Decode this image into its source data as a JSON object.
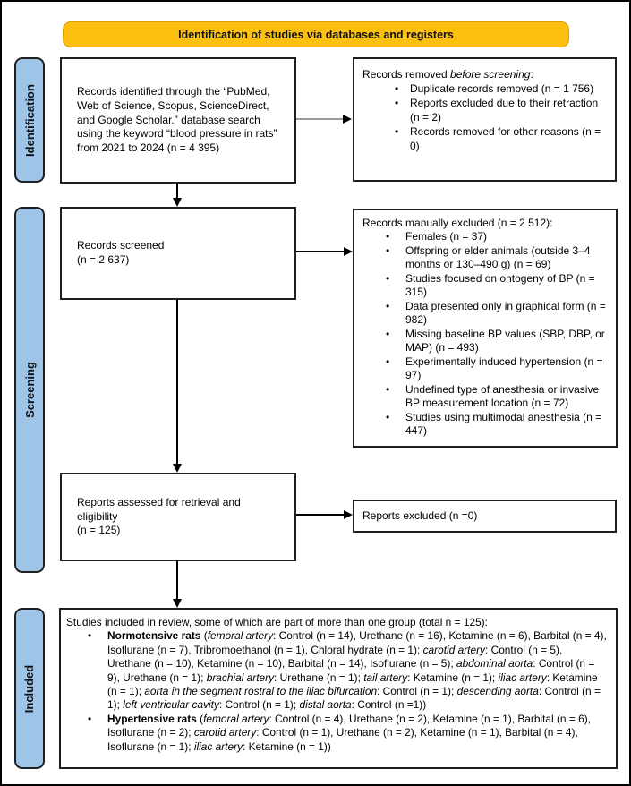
{
  "banner": {
    "title": "Identification of studies via databases and registers"
  },
  "colors": {
    "banner_bg": "#FDC010",
    "stage_bg": "#9EC5E8",
    "border": "#000000"
  },
  "stages": {
    "identification": "Identification",
    "screening": "Screening",
    "included": "Included"
  },
  "boxes": {
    "identified": {
      "text": "Records identified through the “PubMed, Web of Science, Scopus, ScienceDirect, and Google Scholar.” database search using the keyword “blood pressure in rats” from 2021 to 2024 (n = 4 395)"
    },
    "removed": {
      "title_segments": [
        {
          "t": "Records removed "
        },
        {
          "t": "before screening",
          "i": true
        },
        {
          "t": ":"
        }
      ],
      "bullets": [
        "Duplicate records removed (n = 1 756)",
        "Reports excluded due to their retraction (n = 2)",
        "Records removed for other reasons (n = 0)"
      ]
    },
    "screened": {
      "line1": "Records screened",
      "line2": "(n = 2 637)"
    },
    "excluded_manual": {
      "title": "Records manually excluded (n = 2 512):",
      "bullets": [
        "Females (n = 37)",
        "Offspring or elder animals (outside 3–4 months or 130–490 g) (n = 69)",
        "Studies focused on ontogeny of BP (n = 315)",
        "Data presented only in graphical form (n = 982)",
        "Missing baseline BP values (SBP, DBP, or MAP) (n = 493)",
        "Experimentally induced hypertension (n = 97)",
        "Undefined type of anesthesia or invasive BP measurement location (n = 72)",
        "Studies using multimodal anesthesia (n = 447)"
      ]
    },
    "assessed": {
      "line1": "Reports assessed for retrieval and",
      "line2": "eligibility",
      "line3": "(n = 125)"
    },
    "reports_excluded": {
      "text": "Reports excluded (n =0)"
    },
    "included": {
      "title": "Studies included in review, some of which are part of more than one group (total n = 125):",
      "bullets": [
        {
          "segments": [
            {
              "t": "Normotensive rats",
              "b": true
            },
            {
              "t": " ("
            },
            {
              "t": "femoral artery",
              "i": true
            },
            {
              "t": ": Control (n = 14), Urethane (n = 16), Ketamine (n = 6), Barbital (n = 4), Isoflurane (n = 7), Tribromoethanol (n = 1), Chloral hydrate (n = 1); "
            },
            {
              "t": "carotid artery",
              "i": true
            },
            {
              "t": ": Control (n = 5), Urethane (n = 10), Ketamine (n = 10), Barbital (n = 14), Isoflurane (n = 5); "
            },
            {
              "t": "abdominal aorta",
              "i": true
            },
            {
              "t": ": Control (n = 9), Urethane (n = 1); "
            },
            {
              "t": "brachial artery",
              "i": true
            },
            {
              "t": ": Urethane (n = 1); "
            },
            {
              "t": "tail artery",
              "i": true
            },
            {
              "t": ": Ketamine (n = 1); "
            },
            {
              "t": "iliac artery",
              "i": true
            },
            {
              "t": ": Ketamine (n = 1); "
            },
            {
              "t": "aorta in the segment rostral to the iliac bifurcation",
              "i": true
            },
            {
              "t": ": Control (n = 1); "
            },
            {
              "t": "descending aorta",
              "i": true
            },
            {
              "t": ": Control (n = 1); "
            },
            {
              "t": "left ventricular cavity",
              "i": true
            },
            {
              "t": ": Control (n = 1); "
            },
            {
              "t": "distal aorta",
              "i": true
            },
            {
              "t": ": Control (n =1))"
            }
          ]
        },
        {
          "segments": [
            {
              "t": "Hypertensive rats",
              "b": true
            },
            {
              "t": " ("
            },
            {
              "t": "femoral artery",
              "i": true
            },
            {
              "t": ": Control (n = 4), Urethane (n = 2), Ketamine (n = 1), Barbital (n = 6), Isoflurane (n = 2); "
            },
            {
              "t": "carotid artery",
              "i": true
            },
            {
              "t": ": Control (n = 1), Urethane (n = 2), Ketamine (n = 1), Barbital (n = 4), Isoflurane (n = 1); "
            },
            {
              "t": "iliac artery",
              "i": true
            },
            {
              "t": ": Ketamine (n = 1))"
            }
          ]
        }
      ]
    }
  }
}
